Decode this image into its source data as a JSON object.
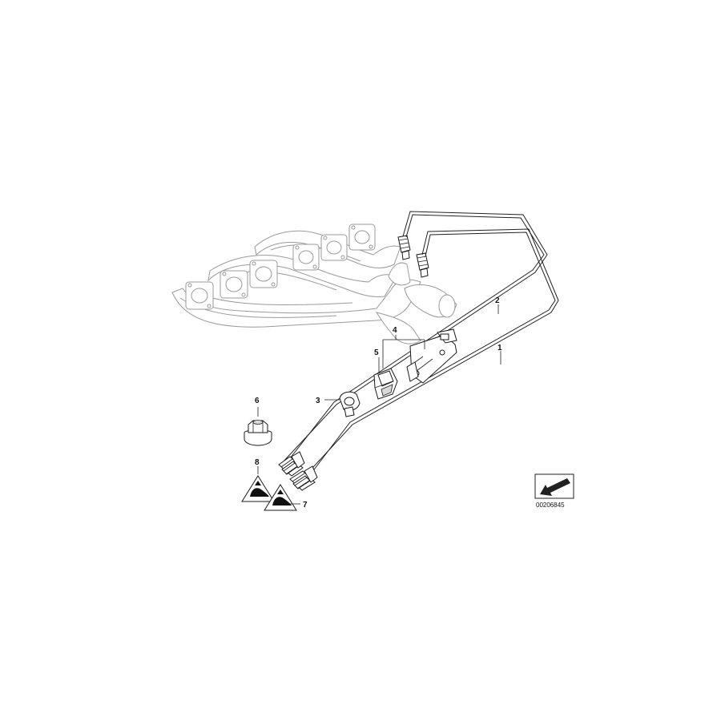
{
  "callouts": {
    "c1": "1",
    "c2": "2",
    "c3": "3",
    "c4": "4",
    "c5": "5",
    "c6": "6",
    "c7": "7",
    "c8": "8"
  },
  "document_number": "00206845",
  "colors": {
    "line": "#222222",
    "ghost": "#9a9a9a",
    "background": "#ffffff"
  }
}
